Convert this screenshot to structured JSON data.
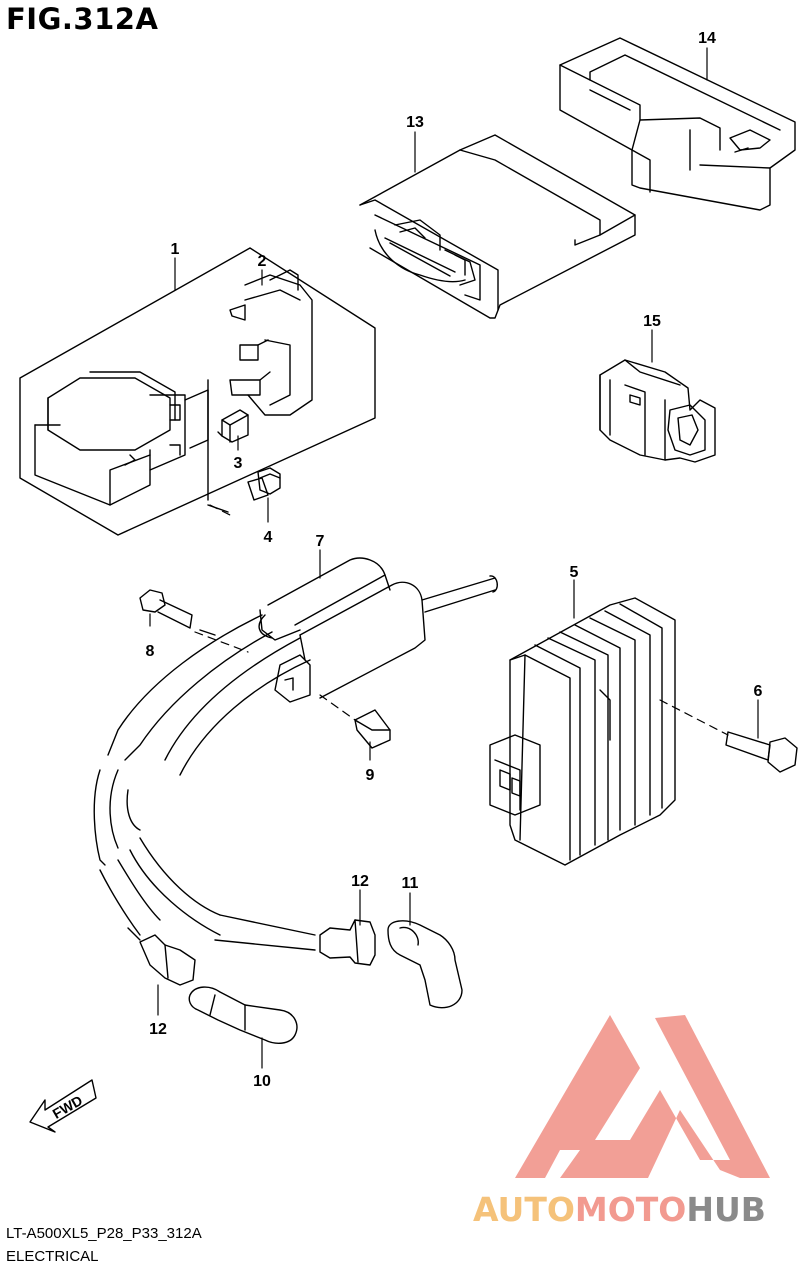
{
  "figure": {
    "title": "FIG.312A",
    "footer_line1": "LT-A500XL5_P28_P33_312A",
    "footer_line2": "ELECTRICAL"
  },
  "callouts": [
    {
      "id": "c1",
      "label": "1"
    },
    {
      "id": "c2",
      "label": "2"
    },
    {
      "id": "c3",
      "label": "3"
    },
    {
      "id": "c4",
      "label": "4"
    },
    {
      "id": "c5",
      "label": "5"
    },
    {
      "id": "c6",
      "label": "6"
    },
    {
      "id": "c7",
      "label": "7"
    },
    {
      "id": "c8",
      "label": "8"
    },
    {
      "id": "c9",
      "label": "9"
    },
    {
      "id": "c10",
      "label": "10"
    },
    {
      "id": "c11",
      "label": "11"
    },
    {
      "id": "c12a",
      "label": "12"
    },
    {
      "id": "c12b",
      "label": "12"
    },
    {
      "id": "c13",
      "label": "13"
    },
    {
      "id": "c14",
      "label": "14"
    },
    {
      "id": "c15",
      "label": "15"
    }
  ],
  "fwd_label": "FWD",
  "watermark": {
    "part1": "AUTO",
    "part2": "MOTO",
    "part3": "HUB",
    "color_auto": "#f5c27a",
    "color_moto": "#f29a90",
    "color_hub": "#8a8a8a",
    "triangle_color": "#f08e84"
  },
  "colors": {
    "line": "#000000",
    "background": "#ffffff"
  }
}
